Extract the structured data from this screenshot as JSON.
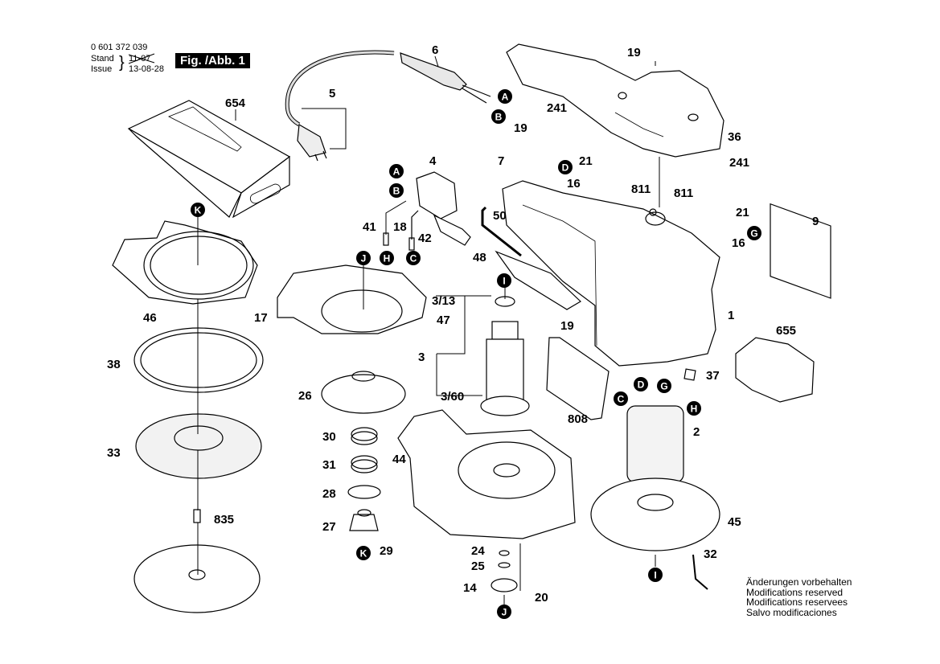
{
  "header": {
    "part_number": "0 601 372 039",
    "stand_label": "Stand",
    "issue_label": "Issue",
    "old_date": "11-07",
    "issue_date": "13-08-28",
    "figure_label": "Fig. /Abb. 1"
  },
  "notes": [
    "Änderungen vorbehalten",
    "Modifications reserved",
    "Modifications reservees",
    "Salvo modificaciones"
  ],
  "parts": {
    "p654": "654",
    "p5": "5",
    "p6": "6",
    "p4": "4",
    "p41": "41",
    "p18": "18",
    "p42": "42",
    "p19a": "19",
    "p19b": "19",
    "p19c": "19",
    "p241a": "241",
    "p241b": "241",
    "p36": "36",
    "p7": "7",
    "p21a": "21",
    "p21b": "21",
    "p16a": "16",
    "p16b": "16",
    "p811a": "811",
    "p811b": "811",
    "p9": "9",
    "p50": "50",
    "p48": "48",
    "p1": "1",
    "p655": "655",
    "p37": "37",
    "p46": "46",
    "p17": "17",
    "p38": "38",
    "p33": "33",
    "p835": "835",
    "p47": "47",
    "p26": "26",
    "p30": "30",
    "p31": "31",
    "p28": "28",
    "p27": "27",
    "p29": "29",
    "p3_13": "3/13",
    "p3": "3",
    "p3_60": "3/60",
    "p808": "808",
    "p2": "2",
    "p44": "44",
    "p45": "45",
    "p32": "32",
    "p24": "24",
    "p25": "25",
    "p14": "14",
    "p20": "20"
  },
  "connectors": {
    "A1": "A",
    "B1": "B",
    "A2": "A",
    "B2": "B",
    "H1": "H",
    "C1": "C",
    "D1": "D",
    "G1": "G",
    "K1": "K",
    "J1": "J",
    "I1": "I",
    "D2": "D",
    "G2": "G",
    "C2": "C",
    "H2": "H",
    "K2": "K",
    "I2": "I",
    "J2": "J"
  }
}
